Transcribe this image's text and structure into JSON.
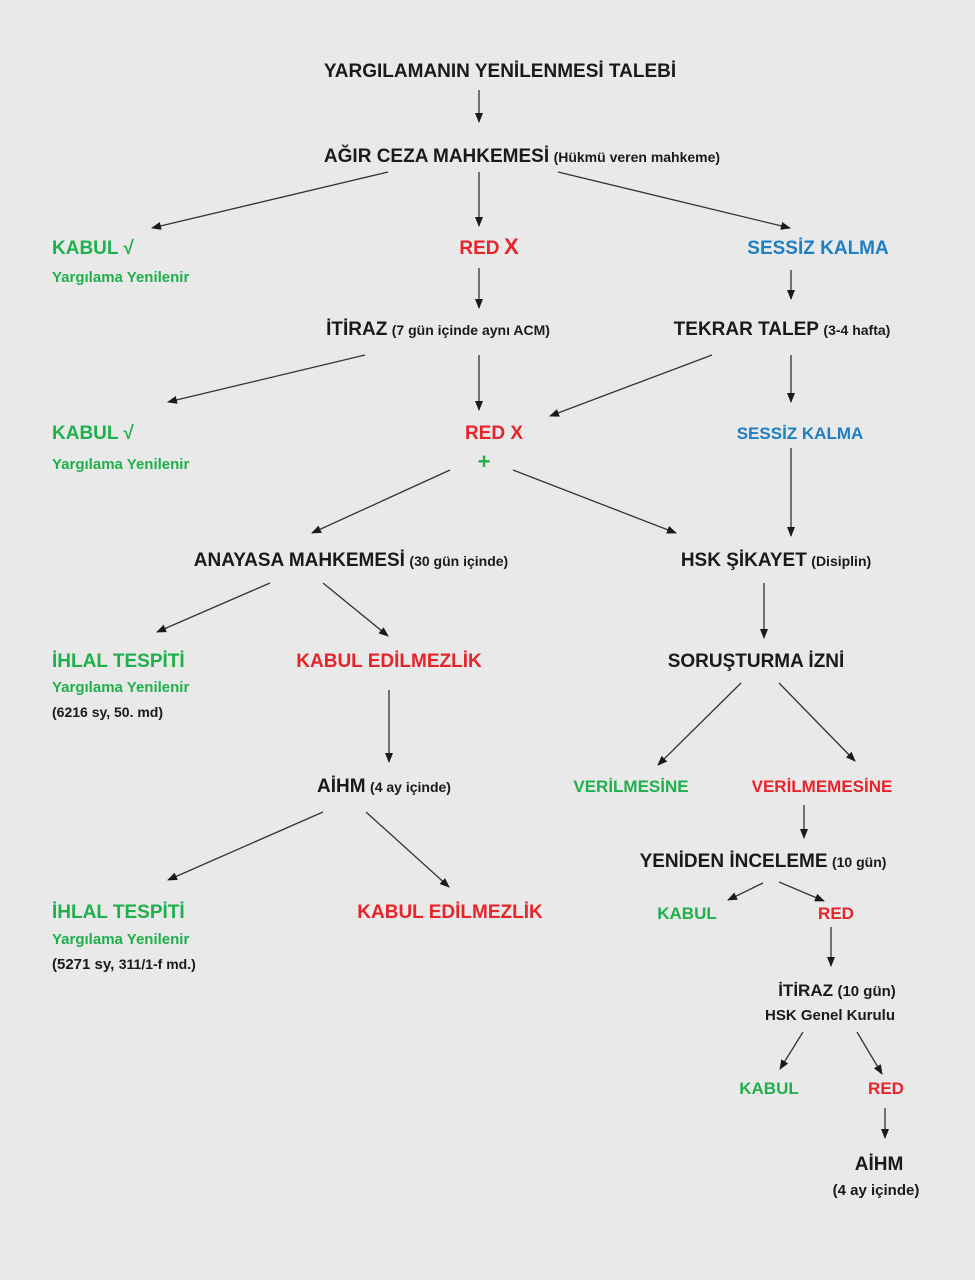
{
  "title": "YARGILAMANIN YENİLENMESİ TALEBİ",
  "acm": {
    "main": "AĞIR CEZA MAHKEMESİ",
    "paren": "(Hükmü veren mahkeme)"
  },
  "level1": {
    "kabul": "KABUL √",
    "kabul_sub": "Yargılama Yenilenir",
    "red": "RED",
    "red_mark": "X",
    "sessiz": "SESSİZ KALMA"
  },
  "itiraz1": {
    "main": "İTİRAZ",
    "paren": "(7 gün içinde aynı ACM)"
  },
  "tekrar": {
    "main": "TEKRAR TALEP",
    "paren": "(3-4 hafta)"
  },
  "level2": {
    "kabul": "KABUL √",
    "kabul_sub": "Yargılama Yenilenir",
    "red": "RED X",
    "plus": "+",
    "sessiz": "SESSİZ KALMA"
  },
  "anayasa": {
    "main": "ANAYASA MAHKEMESİ",
    "paren": "(30 gün içinde)"
  },
  "hsk": {
    "main": "HSK ŞİKAYET",
    "paren": "(Disiplin)"
  },
  "aym_results": {
    "ihlal": "İHLAL TESPİTİ",
    "ihlal_sub": "Yargılama Yenilenir",
    "ihlal_ref": "(6216 sy, 50. md)",
    "kabul_edilmezlik": "KABUL EDİLMEZLİK"
  },
  "sorusturma": "SORUŞTURMA İZNİ",
  "verilmesine": "VERİLMESİNE",
  "verilmemesine": "VERİLMEMESİNE",
  "aihm1": {
    "main": "AİHM",
    "paren": "(4 ay içinde)"
  },
  "yeniden": {
    "main": "YENİDEN İNCELEME",
    "paren": "(10 gün)"
  },
  "yeniden_results": {
    "kabul": "KABUL",
    "red": "RED"
  },
  "aihm_results": {
    "ihlal": "İHLAL TESPİTİ",
    "ihlal_sub": "Yargılama Yenilenir",
    "ihlal_ref_a": "(5271 sy,",
    "ihlal_ref_b": "311/1-f  md.)",
    "kabul_edilmezlik": "KABUL EDİLMEZLİK"
  },
  "itiraz2": {
    "main": "İTİRAZ",
    "paren": "(10 gün)",
    "sub": "HSK Genel Kurulu"
  },
  "genel_kurul_results": {
    "kabul": "KABUL",
    "red": "RED"
  },
  "aihm2": {
    "main": "AİHM",
    "paren": "(4 ay içinde)"
  },
  "colors": {
    "green": "#1fb04c",
    "red": "#e8242b",
    "blue": "#1d7fc4",
    "black": "#1a1a1a",
    "background": "#e9e9e9"
  }
}
